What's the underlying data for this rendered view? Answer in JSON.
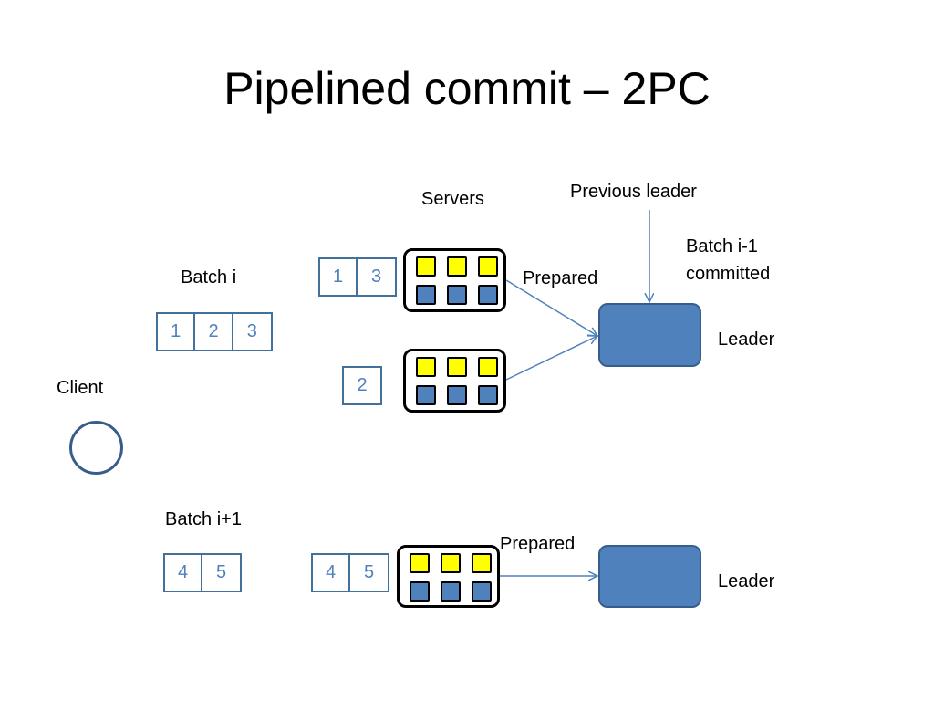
{
  "slide": {
    "title": "Pipelined commit – 2PC"
  },
  "labels": {
    "servers": "Servers",
    "previous_leader": "Previous leader",
    "batch_prev_committed_line1": "Batch i-1",
    "batch_prev_committed_line2": "committed",
    "batch_i": "Batch i",
    "prepared_top": "Prepared",
    "leader_top": "Leader",
    "client": "Client",
    "batch_i_plus_1": "Batch i+1",
    "prepared_bottom": "Prepared",
    "leader_bottom": "Leader"
  },
  "batch_i": [
    "1",
    "2",
    "3"
  ],
  "server_batch_a": [
    "1",
    "3"
  ],
  "server_batch_b": [
    "2"
  ],
  "batch_i_plus_1": [
    "4",
    "5"
  ],
  "server_batch_c": [
    "4",
    "5"
  ],
  "colors": {
    "entry_prepared": "#ffff00",
    "entry_stored": "#4f81bd",
    "leader_fill": "#4f81bd",
    "arrow": "#4f81bd"
  }
}
